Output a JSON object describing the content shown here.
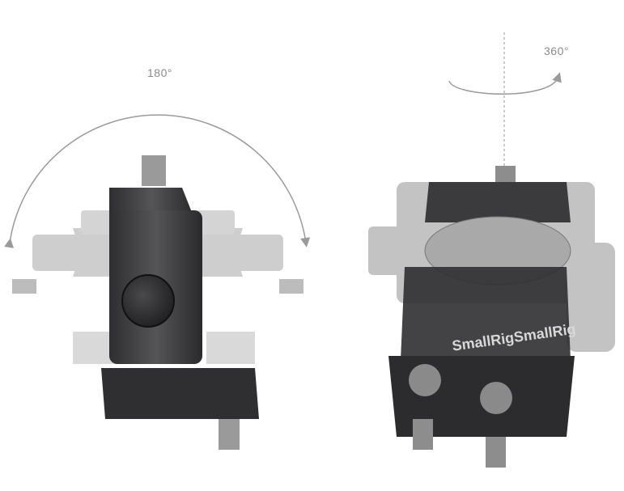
{
  "left_view": {
    "rotation_label": "180°"
  },
  "right_view": {
    "rotation_label": "360°",
    "logo_text": "SmallRigSmallRig"
  },
  "colors": {
    "metal_dark": "#3a3a3c",
    "ghost": "#c8c8c8",
    "arrow": "#9a9a9a"
  }
}
